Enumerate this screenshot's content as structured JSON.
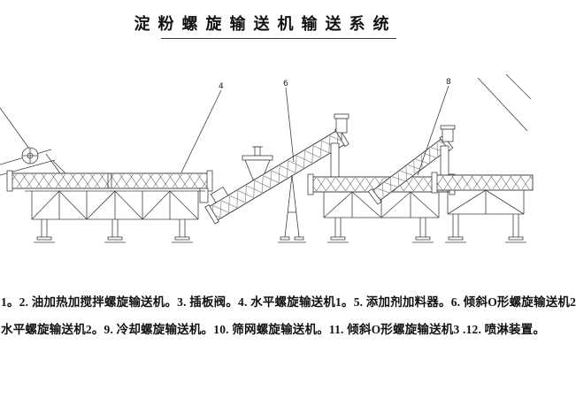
{
  "colors": {
    "background": "#ffffff",
    "line": "#3f3f3f",
    "hatch": "#6b6b6b",
    "text": "#111111"
  },
  "header": {
    "title": "淀粉螺旋输送机输送系统"
  },
  "diagram": {
    "callouts": [
      {
        "label": "4"
      },
      {
        "label": "6"
      },
      {
        "label": "8"
      }
    ]
  },
  "legend": {
    "line1": "1。2. 油加热加搅拌螺旋输送机。3. 插板阀。4. 水平螺旋输送机1。5. 添加剂加料器。6. 倾斜O形螺旋输送机2",
    "line2": "水平螺旋输送机2。9. 冷却螺旋输送机。10. 筛网螺旋输送机。11. 倾斜O形螺旋输送机3 .12. 喷淋装置。"
  }
}
